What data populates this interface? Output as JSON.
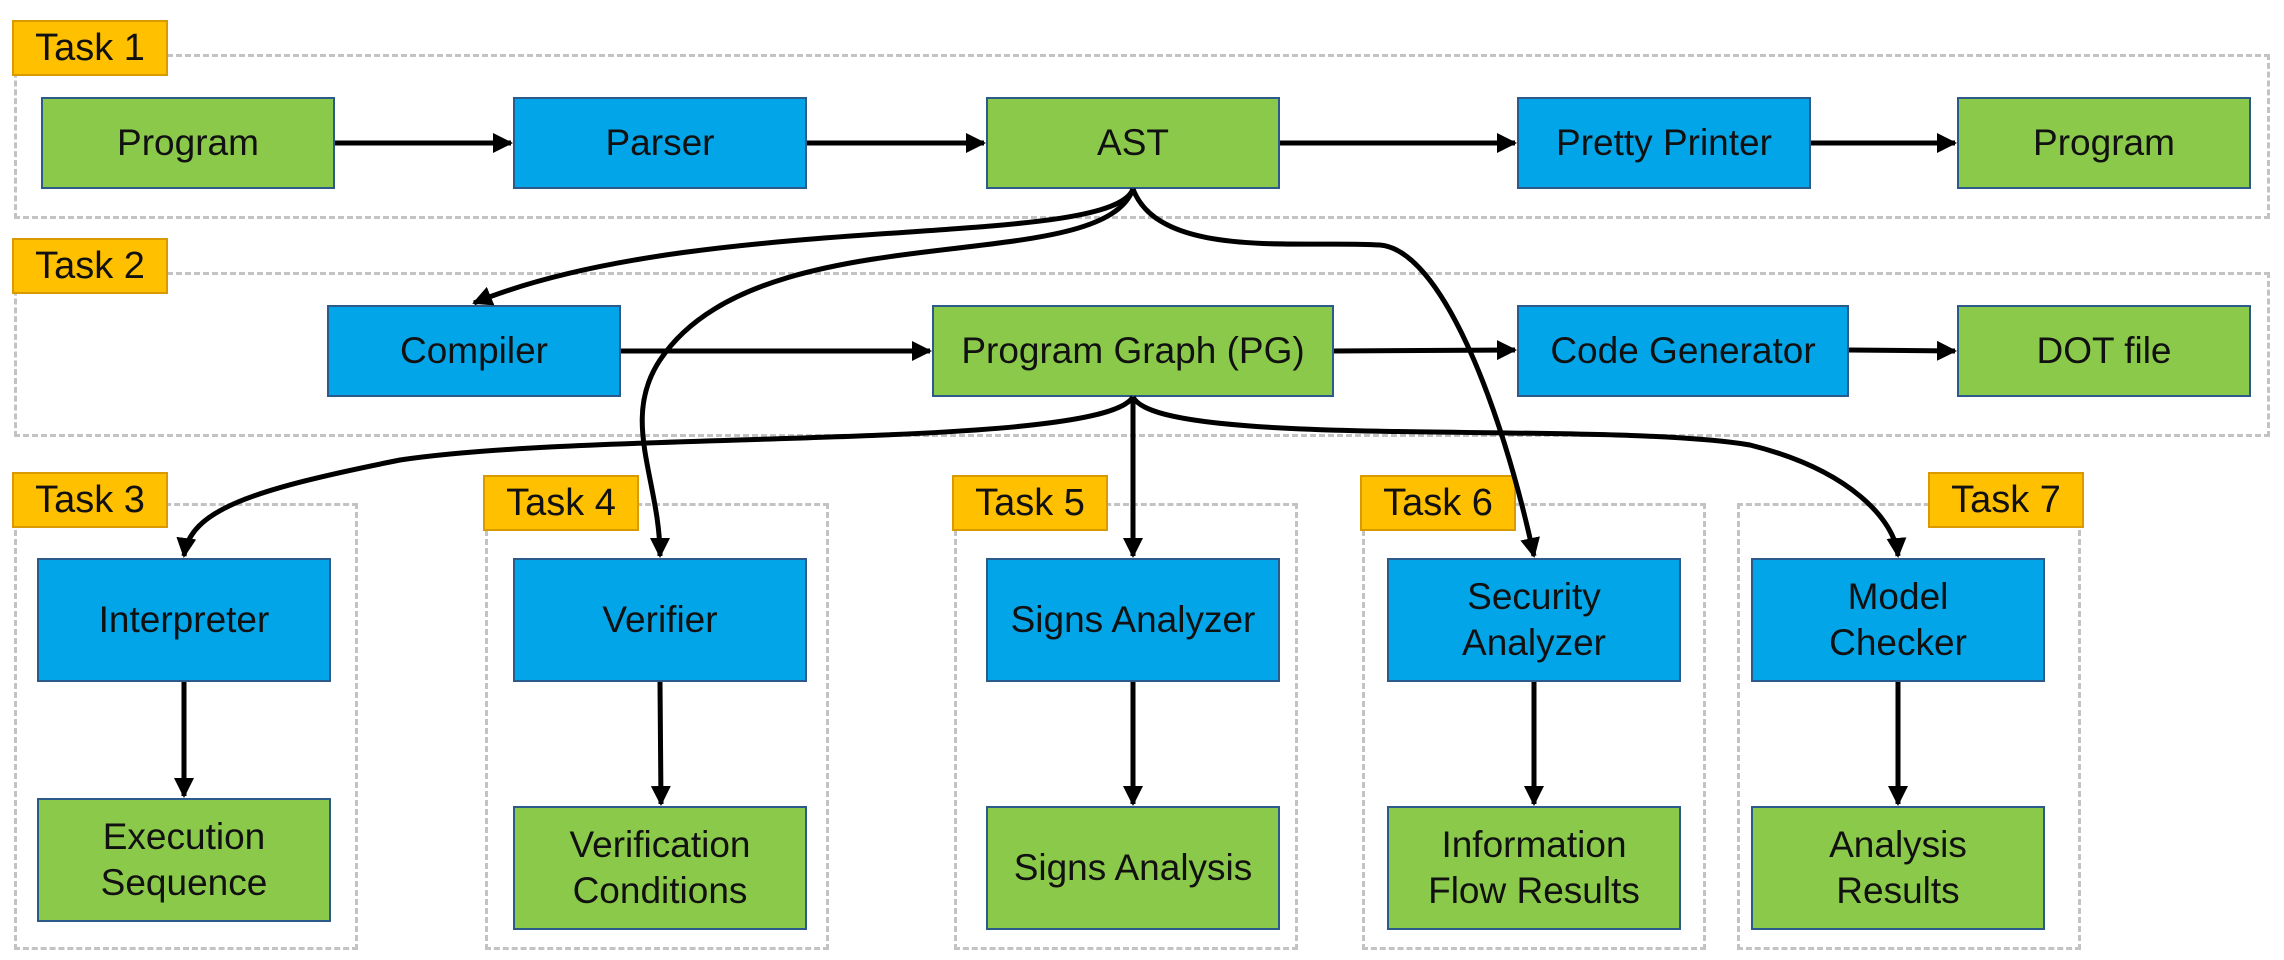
{
  "colors": {
    "tool": "#02a6e8",
    "artifact": "#8bc94a",
    "task_tag": "#ffc000",
    "arrow": "#000000",
    "region_border": "#c3c3c3"
  },
  "tasks": [
    "Task 1",
    "Task 2",
    "Task 3",
    "Task 4",
    "Task 5",
    "Task 6",
    "Task 7"
  ],
  "nodes": {
    "program_in": {
      "label": "Program",
      "kind": "artifact"
    },
    "parser": {
      "label": "Parser",
      "kind": "tool"
    },
    "ast": {
      "label": "AST",
      "kind": "artifact"
    },
    "pretty_printer": {
      "label": "Pretty Printer",
      "kind": "tool"
    },
    "program_out": {
      "label": "Program",
      "kind": "artifact"
    },
    "compiler": {
      "label": "Compiler",
      "kind": "tool"
    },
    "pg": {
      "label": "Program Graph (PG)",
      "kind": "artifact"
    },
    "code_generator": {
      "label": "Code Generator",
      "kind": "tool"
    },
    "dot_file": {
      "label": "DOT file",
      "kind": "artifact"
    },
    "interpreter": {
      "label": "Interpreter",
      "kind": "tool"
    },
    "execution_sequence": {
      "label": "Execution\nSequence",
      "kind": "artifact"
    },
    "verifier": {
      "label": "Verifier",
      "kind": "tool"
    },
    "verification_conditions": {
      "label": "Verification\nConditions",
      "kind": "artifact"
    },
    "signs_analyzer": {
      "label": "Signs Analyzer",
      "kind": "tool"
    },
    "signs_analysis": {
      "label": "Signs Analysis",
      "kind": "artifact"
    },
    "security_analyzer": {
      "label": "Security\nAnalyzer",
      "kind": "tool"
    },
    "information_flow_results": {
      "label": "Information\nFlow Results",
      "kind": "artifact"
    },
    "model_checker": {
      "label": "Model\nChecker",
      "kind": "tool"
    },
    "analysis_results": {
      "label": "Analysis\nResults",
      "kind": "artifact"
    }
  },
  "edges": [
    [
      "program_in",
      "parser"
    ],
    [
      "parser",
      "ast"
    ],
    [
      "ast",
      "pretty_printer"
    ],
    [
      "pretty_printer",
      "program_out"
    ],
    [
      "ast",
      "compiler"
    ],
    [
      "ast",
      "verifier"
    ],
    [
      "ast",
      "security_analyzer"
    ],
    [
      "compiler",
      "pg"
    ],
    [
      "pg",
      "code_generator"
    ],
    [
      "code_generator",
      "dot_file"
    ],
    [
      "pg",
      "interpreter"
    ],
    [
      "pg",
      "signs_analyzer"
    ],
    [
      "pg",
      "model_checker"
    ],
    [
      "interpreter",
      "execution_sequence"
    ],
    [
      "verifier",
      "verification_conditions"
    ],
    [
      "signs_analyzer",
      "signs_analysis"
    ],
    [
      "security_analyzer",
      "information_flow_results"
    ],
    [
      "model_checker",
      "analysis_results"
    ]
  ]
}
